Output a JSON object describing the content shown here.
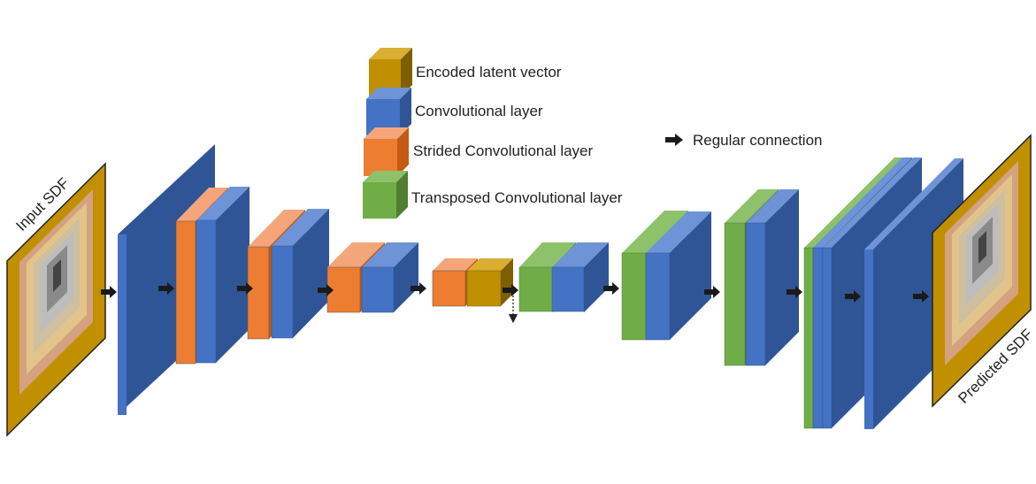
{
  "legend": {
    "latent": "Encoded latent vector",
    "conv": "Convolutional layer",
    "strided": "Strided Convolutional layer",
    "transposed": "Transposed Convolutional layer",
    "regular_connection": "Regular connection"
  },
  "input_label": "Input SDF",
  "output_label": "Predicted SDF",
  "colors": {
    "gold": "#C09000",
    "blue": "#4472C4",
    "orange": "#ED7D31",
    "green": "#70AD47",
    "arrow": "#1a1a1a"
  }
}
